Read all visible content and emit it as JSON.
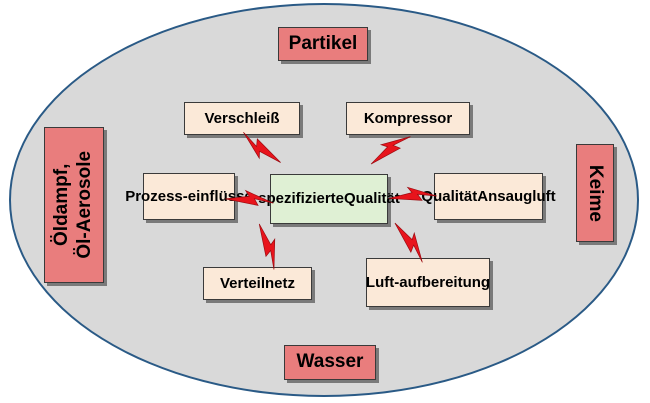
{
  "diagram": {
    "outer_factors": {
      "top": "Partikel",
      "bottom": "Wasser",
      "left_lines": [
        "Öldampf,",
        "Öl-Aerosole"
      ],
      "right": "Keime"
    },
    "center": {
      "lines": [
        "spezifizierte",
        "Qualität"
      ]
    },
    "influences": {
      "verschleiss": {
        "lines": [
          "Verschleiß"
        ]
      },
      "kompressor": {
        "lines": [
          "Kompressor"
        ]
      },
      "prozess": {
        "lines": [
          "Prozess-",
          "einflüsse"
        ]
      },
      "ansaugluft": {
        "lines": [
          "Qualität",
          "Ansaugluft"
        ]
      },
      "verteilnetz": {
        "lines": [
          "Verteilnetz"
        ]
      },
      "aufbereitung": {
        "lines": [
          "Luft-",
          "aufbereitung"
        ]
      }
    },
    "colors": {
      "ellipse_fill": "#d9d9d9",
      "ellipse_border": "#2a5a86",
      "outer_box": "#e97d7d",
      "influence_box": "#fbe9d8",
      "center_box": "#dff0d4",
      "lightning": "#e8141c"
    }
  }
}
